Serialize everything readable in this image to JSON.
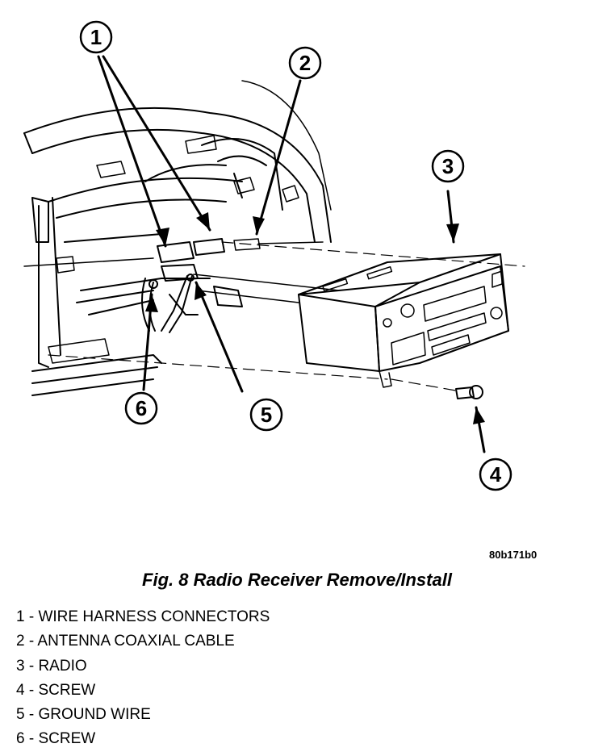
{
  "figure": {
    "image_code": "80b171b0",
    "caption": "Fig. 8 Radio Receiver Remove/Install",
    "callouts": [
      "1",
      "2",
      "3",
      "4",
      "5",
      "6"
    ],
    "legend": [
      {
        "num": "1",
        "text": " - WIRE HARNESS CONNECTORS"
      },
      {
        "num": "2",
        "text": " - ANTENNA COAXIAL CABLE"
      },
      {
        "num": "3",
        "text": " - RADIO"
      },
      {
        "num": "4",
        "text": " - SCREW"
      },
      {
        "num": "5",
        "text": " - GROUND WIRE"
      },
      {
        "num": "6",
        "text": " - SCREW"
      }
    ]
  }
}
